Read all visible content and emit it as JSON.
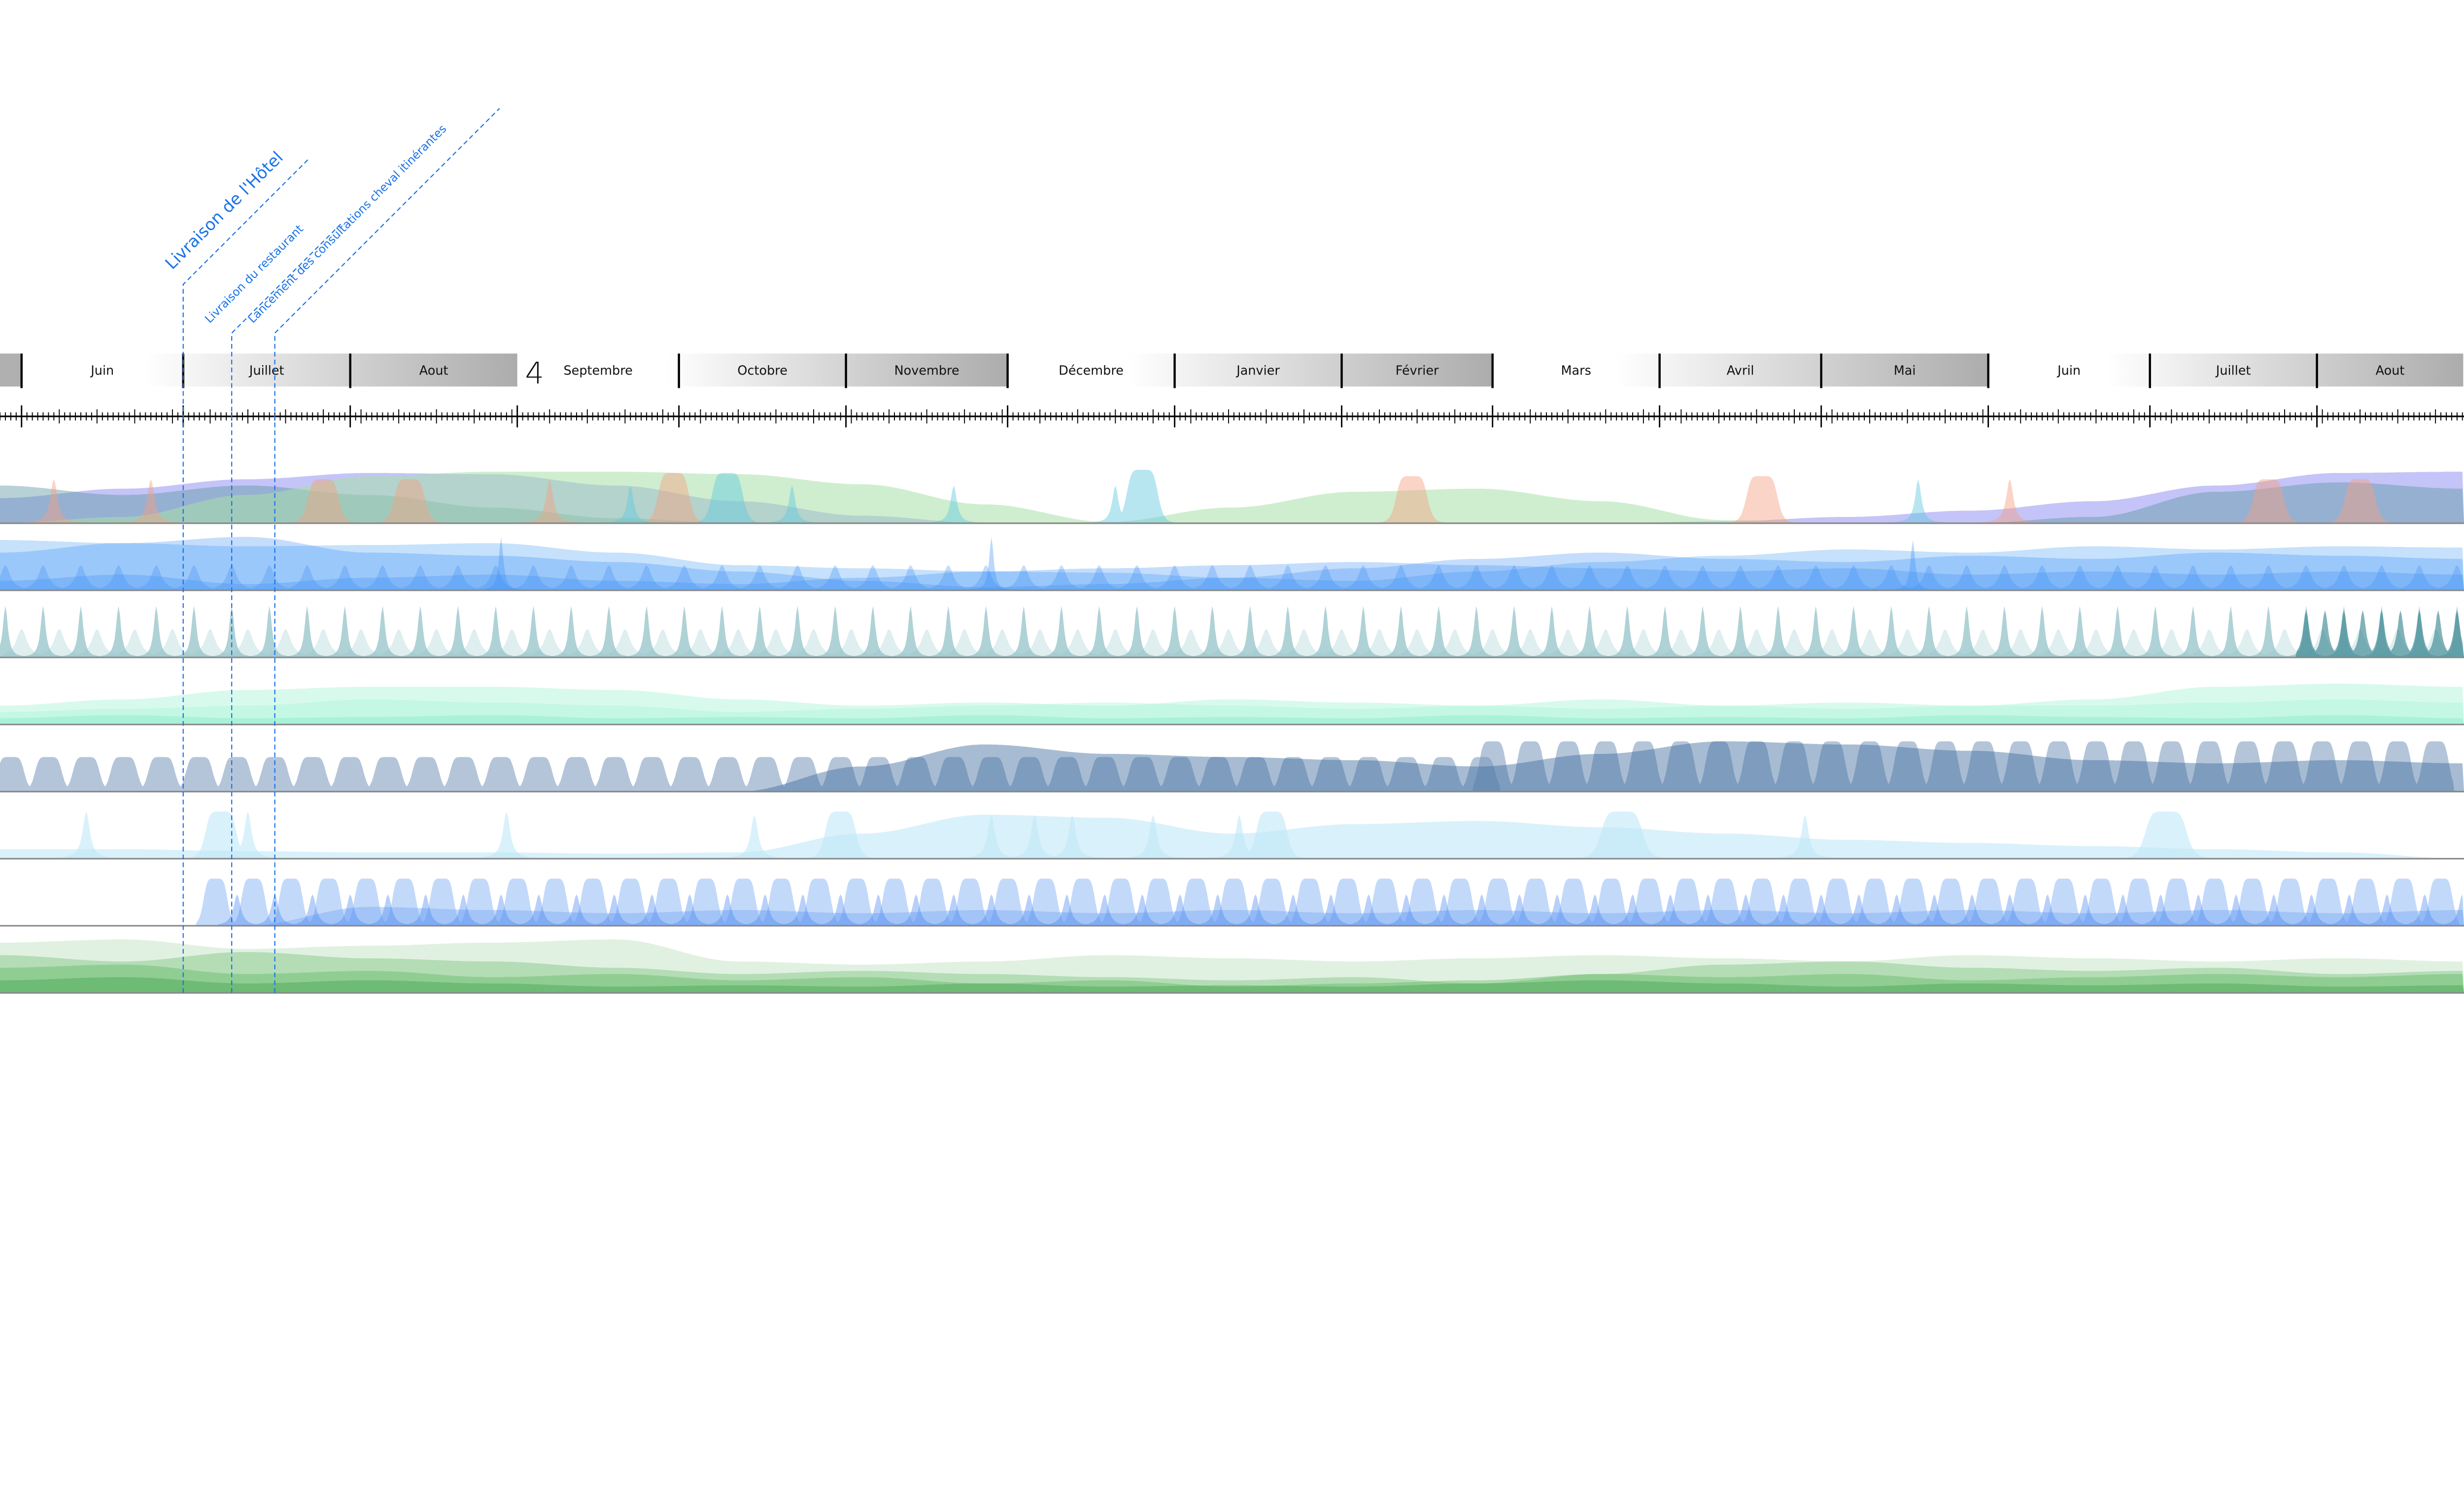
{
  "chart_data": {
    "type": "area",
    "title": "",
    "xlabel": "",
    "ylabel": "",
    "total_days": 457,
    "year_digit": "4",
    "months": [
      {
        "label": "Juin",
        "days": 30,
        "season": 0
      },
      {
        "label": "Juillet",
        "days": 31,
        "season": 0
      },
      {
        "label": "Aout",
        "days": 31,
        "season": 0
      },
      {
        "label": "Septembre",
        "days": 30,
        "season": 1,
        "no_divider": true
      },
      {
        "label": "Octobre",
        "days": 31,
        "season": 1
      },
      {
        "label": "Novembre",
        "days": 30,
        "season": 1
      },
      {
        "label": "Décembre",
        "days": 31,
        "season": 2
      },
      {
        "label": "Janvier",
        "days": 31,
        "season": 2
      },
      {
        "label": "Février",
        "days": 28,
        "season": 2
      },
      {
        "label": "Mars",
        "days": 31,
        "season": 3
      },
      {
        "label": "Avril",
        "days": 30,
        "season": 3
      },
      {
        "label": "Mai",
        "days": 31,
        "season": 3
      },
      {
        "label": "Juin",
        "days": 30,
        "season": 4
      },
      {
        "label": "Juillet",
        "days": 31,
        "season": 4
      },
      {
        "label": "Aout",
        "days": 31,
        "season": 4
      }
    ],
    "start_offset_days": 4,
    "annotations": [
      {
        "label": "Livraison de l'Hôtel",
        "day": 34,
        "size": "large"
      },
      {
        "label": "Livraison du restaurant",
        "day": 43,
        "size": "small"
      },
      {
        "label": "Lancement des consultations cheval itinérantes",
        "day": 51,
        "size": "small"
      }
    ],
    "rows": [
      {
        "series": [
          {
            "color": "#8a8af2",
            "opacity": 0.5,
            "values": [
              0.4,
              0.55,
              0.7,
              0.8,
              0.78,
              0.6,
              0.35,
              0.12,
              0,
              0,
              0,
              0,
              0,
              0,
              0.03,
              0.1,
              0.2,
              0.35,
              0.6,
              0.8,
              0.82
            ]
          },
          {
            "color": "#5f9aa5",
            "opacity": 0.45,
            "values": [
              0.6,
              0.45,
              0.6,
              0.45,
              0.25,
              0.08,
              0,
              0,
              0,
              0,
              0,
              0,
              0,
              0,
              0,
              0,
              0,
              0.1,
              0.5,
              0.65,
              0.55
            ]
          },
          {
            "color": "#a8e0a8",
            "opacity": 0.55,
            "values": [
              0,
              0.1,
              0.45,
              0.75,
              0.82,
              0.82,
              0.78,
              0.62,
              0.3,
              0.02,
              0.25,
              0.5,
              0.55,
              0.35,
              0.05,
              0,
              0,
              0,
              0,
              0,
              0
            ]
          },
          {
            "color": "#f5a080",
            "opacity": 0.45,
            "pulses": [
              [
                10,
                0.8,
                0.7,
                2
              ],
              [
                28,
                0.8,
                0.7,
                2
              ],
              [
                60,
                3,
                0.7,
                6
              ],
              [
                76,
                3,
                0.7,
                6
              ],
              [
                102,
                0.8,
                0.7,
                2
              ],
              [
                125,
                3,
                0.8,
                6
              ],
              [
                262,
                3,
                0.75,
                6
              ],
              [
                327,
                3,
                0.75,
                6
              ],
              [
                373,
                0.8,
                0.7,
                2
              ],
              [
                421,
                3,
                0.7,
                6
              ],
              [
                438,
                3,
                0.7,
                6
              ]
            ]
          },
          {
            "color": "#5fc8e0",
            "opacity": 0.45,
            "pulses": [
              [
                117,
                0.7,
                0.6,
                2
              ],
              [
                135,
                3,
                0.8,
                6
              ],
              [
                147,
                0.7,
                0.6,
                2
              ],
              [
                177,
                0.7,
                0.6,
                2
              ],
              [
                207,
                0.7,
                0.6,
                2
              ],
              [
                212,
                3,
                0.85,
                6
              ],
              [
                356,
                0.7,
                0.7,
                2
              ]
            ]
          }
        ]
      },
      {
        "series": [
          {
            "color": "#5aa8f7",
            "opacity": 0.35,
            "values": [
              0.8,
              0.75,
              0.7,
              0.72,
              0.75,
              0.6,
              0.4,
              0.35,
              0.3,
              0.28,
              0.2,
              0.15,
              0.3,
              0.45,
              0.55,
              0.65,
              0.6,
              0.7,
              0.65,
              0.7,
              0.68
            ]
          },
          {
            "color": "#3d8ff5",
            "opacity": 0.3,
            "values": [
              0.6,
              0.75,
              0.85,
              0.6,
              0.55,
              0.45,
              0.3,
              0.15,
              0.05,
              0.1,
              0.2,
              0.35,
              0.5,
              0.6,
              0.5,
              0.45,
              0.55,
              0.5,
              0.6,
              0.55,
              0.5
            ]
          },
          {
            "color": "#3d8ff5",
            "opacity": 0.3,
            "values": [
              0.15,
              0.25,
              0.1,
              0.2,
              0.25,
              0.15,
              0.1,
              0.2,
              0.3,
              0.35,
              0.4,
              0.45,
              0.4,
              0.35,
              0.3,
              0.35,
              0.25,
              0.3,
              0.25,
              0.3,
              0.25
            ]
          },
          {
            "color": "#3d8ff5",
            "opacity": 0.3,
            "periodic": {
              "start": 1,
              "end": 457,
              "period": 7,
              "width": 1.1,
              "height": 0.4,
              "sharp": 2
            }
          },
          {
            "color": "#3d8ff5",
            "opacity": 0.35,
            "pulses": [
              [
                93,
                0.5,
                0.85,
                2
              ],
              [
                184,
                0.5,
                0.85,
                2
              ],
              [
                355,
                0.5,
                0.8,
                2
              ]
            ]
          }
        ]
      },
      {
        "series": [
          {
            "color": "#c9e2e4",
            "opacity": 0.6,
            "periodic": {
              "start": 4,
              "end": 457,
              "period": 7,
              "width": 1.2,
              "height": 0.45,
              "sharp": 2
            }
          },
          {
            "color": "#8dbfc4",
            "opacity": 0.7,
            "periodic": {
              "start": 1,
              "end": 457,
              "period": 7,
              "width": 0.55,
              "height": 0.82,
              "sharp": 2
            }
          },
          {
            "color": "#2e7f8a",
            "opacity": 0.6,
            "periodic": {
              "start": 428,
              "end": 457,
              "period": 3.5,
              "width": 0.7,
              "height": 0.75,
              "sharp": 2
            }
          }
        ]
      },
      {
        "series": [
          {
            "color": "#a8f5d8",
            "opacity": 0.45,
            "values": [
              0.3,
              0.4,
              0.55,
              0.6,
              0.6,
              0.55,
              0.4,
              0.3,
              0.35,
              0.3,
              0.4,
              0.35,
              0.3,
              0.4,
              0.3,
              0.35,
              0.3,
              0.4,
              0.6,
              0.65,
              0.6
            ]
          },
          {
            "color": "#a8f5d8",
            "opacity": 0.4,
            "values": [
              0.2,
              0.25,
              0.3,
              0.4,
              0.35,
              0.3,
              0.2,
              0.25,
              0.3,
              0.35,
              0.3,
              0.25,
              0.3,
              0.25,
              0.3,
              0.25,
              0.3,
              0.3,
              0.35,
              0.4,
              0.35
            ]
          },
          {
            "color": "#7ae8c0",
            "opacity": 0.35,
            "values": [
              0.1,
              0.15,
              0.1,
              0.12,
              0.15,
              0.1,
              0.12,
              0.1,
              0.15,
              0.1,
              0.12,
              0.1,
              0.15,
              0.1,
              0.12,
              0.1,
              0.15,
              0.12,
              0.1,
              0.15,
              0.1
            ]
          }
        ]
      },
      {
        "series": [
          {
            "color": "#7696bc",
            "opacity": 0.55,
            "periodic": {
              "start": 2,
              "end": 276,
              "period": 7,
              "width": 2.6,
              "height": 0.55,
              "sharp": 6
            }
          },
          {
            "color": "#7696bc",
            "opacity": 0.55,
            "periodic": {
              "start": 277,
              "end": 457,
              "period": 7,
              "width": 2.6,
              "height": 0.8,
              "sharp": 6
            }
          },
          {
            "color": "#3c6a9c",
            "opacity": 0.45,
            "values": [
              0,
              0,
              0,
              0,
              0,
              0,
              0,
              0.4,
              0.75,
              0.6,
              0.55,
              0.5,
              0.4,
              0.6,
              0.8,
              0.75,
              0.65,
              0.5,
              0.45,
              0.5,
              0.45
            ]
          }
        ]
      },
      {
        "series": [
          {
            "color": "#bfe7f7",
            "opacity": 0.6,
            "values": [
              0.15,
              0.15,
              0.12,
              0.1,
              0.1,
              0.08,
              0.1,
              0.4,
              0.7,
              0.65,
              0.4,
              0.55,
              0.6,
              0.5,
              0.4,
              0.3,
              0.25,
              0.2,
              0.15,
              0.1,
              0
            ]
          },
          {
            "color": "#bfe7f7",
            "opacity": 0.6,
            "pulses": [
              [
                16,
                0.8,
                0.75,
                2
              ],
              [
                41,
                3,
                0.75,
                6
              ],
              [
                46,
                0.8,
                0.75,
                2
              ],
              [
                94,
                0.8,
                0.75,
                2
              ],
              [
                140,
                0.8,
                0.7,
                2
              ],
              [
                156,
                3,
                0.75,
                6
              ],
              [
                184,
                0.8,
                0.7,
                2
              ],
              [
                192,
                0.8,
                0.7,
                2
              ],
              [
                199,
                0.8,
                0.7,
                2
              ],
              [
                214,
                0.8,
                0.7,
                2
              ],
              [
                230,
                0.8,
                0.7,
                2
              ],
              [
                236,
                3,
                0.75,
                6
              ],
              [
                301,
                4,
                0.75,
                6
              ],
              [
                335,
                0.8,
                0.7,
                2
              ],
              [
                402,
                4,
                0.75,
                6
              ]
            ]
          }
        ]
      },
      {
        "series": [
          {
            "color": "#7aaaf5",
            "opacity": 0.45,
            "values": [
              0,
              0,
              0,
              0.3,
              0.25,
              0.2,
              0.25,
              0.2,
              0.25,
              0.2,
              0.25,
              0.2,
              0.25,
              0.2,
              0.25,
              0.2,
              0.25,
              0.2,
              0.25,
              0.2,
              0.25
            ]
          },
          {
            "color": "#7aaaf5",
            "opacity": 0.45,
            "periodic": {
              "start": 40,
              "end": 457,
              "period": 7,
              "width": 2.3,
              "height": 0.75,
              "sharp": 6
            }
          },
          {
            "color": "#4a8af0",
            "opacity": 0.4,
            "periodic": {
              "start": 44,
              "end": 457,
              "period": 7,
              "width": 0.8,
              "height": 0.5,
              "sharp": 2
            }
          }
        ]
      },
      {
        "series": [
          {
            "color": "#a8d8a8",
            "opacity": 0.35,
            "values": [
              0.8,
              0.85,
              0.7,
              0.75,
              0.8,
              0.85,
              0.5,
              0.45,
              0.5,
              0.6,
              0.55,
              0.5,
              0.55,
              0.6,
              0.55,
              0.5,
              0.6,
              0.55,
              0.5,
              0.55,
              0.5
            ]
          },
          {
            "color": "#4caf50",
            "opacity": 0.3,
            "values": [
              0.6,
              0.5,
              0.65,
              0.55,
              0.5,
              0.4,
              0.3,
              0.35,
              0.3,
              0.25,
              0.2,
              0.25,
              0.15,
              0.3,
              0.45,
              0.5,
              0.4,
              0.35,
              0.4,
              0.3,
              0.35
            ]
          },
          {
            "color": "#4caf50",
            "opacity": 0.35,
            "values": [
              0.4,
              0.45,
              0.3,
              0.35,
              0.25,
              0.3,
              0.2,
              0.25,
              0.15,
              0.2,
              0.1,
              0.15,
              0.2,
              0.3,
              0.25,
              0.3,
              0.2,
              0.25,
              0.3,
              0.25,
              0.3
            ]
          },
          {
            "color": "#2e9a3c",
            "opacity": 0.35,
            "values": [
              0.2,
              0.25,
              0.15,
              0.2,
              0.15,
              0.1,
              0.12,
              0.1,
              0.15,
              0.1,
              0.12,
              0.1,
              0.15,
              0.2,
              0.15,
              0.1,
              0.15,
              0.12,
              0.15,
              0.1,
              0.12
            ]
          }
        ]
      }
    ]
  }
}
